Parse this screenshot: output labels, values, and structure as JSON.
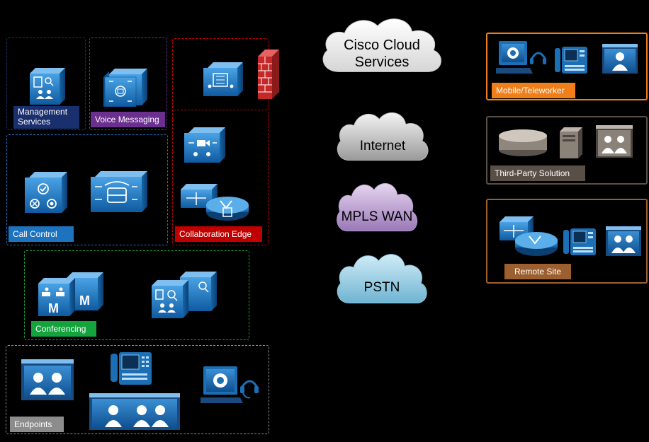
{
  "clouds": {
    "cisco": [
      "Cisco Cloud",
      "Services"
    ],
    "internet": "Internet",
    "mpls": "MPLS WAN",
    "pstn": "PSTN"
  },
  "labels": {
    "management": [
      "Management",
      "Services"
    ],
    "voice_messaging": "Voice Messaging",
    "call_control": "Call Control",
    "collaboration_edge": "Collaboration Edge",
    "conferencing": "Conferencing",
    "endpoints": "Endpoints",
    "mobile": "Mobile/Teleworker",
    "third_party": "Third-Party Solution",
    "remote_site": "Remote Site"
  },
  "colors": {
    "management": "#1a2f6e",
    "voice_messaging": "#6b2f8f",
    "call_control": "#1e73be",
    "collaboration_edge": "#c00000",
    "conferencing": "#14a33d",
    "endpoints": "#8c8c8c",
    "mobile": "#f07f1a",
    "third_party": "#5a4f47",
    "remote_site": "#9c6030",
    "icon_blue": "#1d6fb5",
    "icon_light": "#6fb3e8"
  }
}
